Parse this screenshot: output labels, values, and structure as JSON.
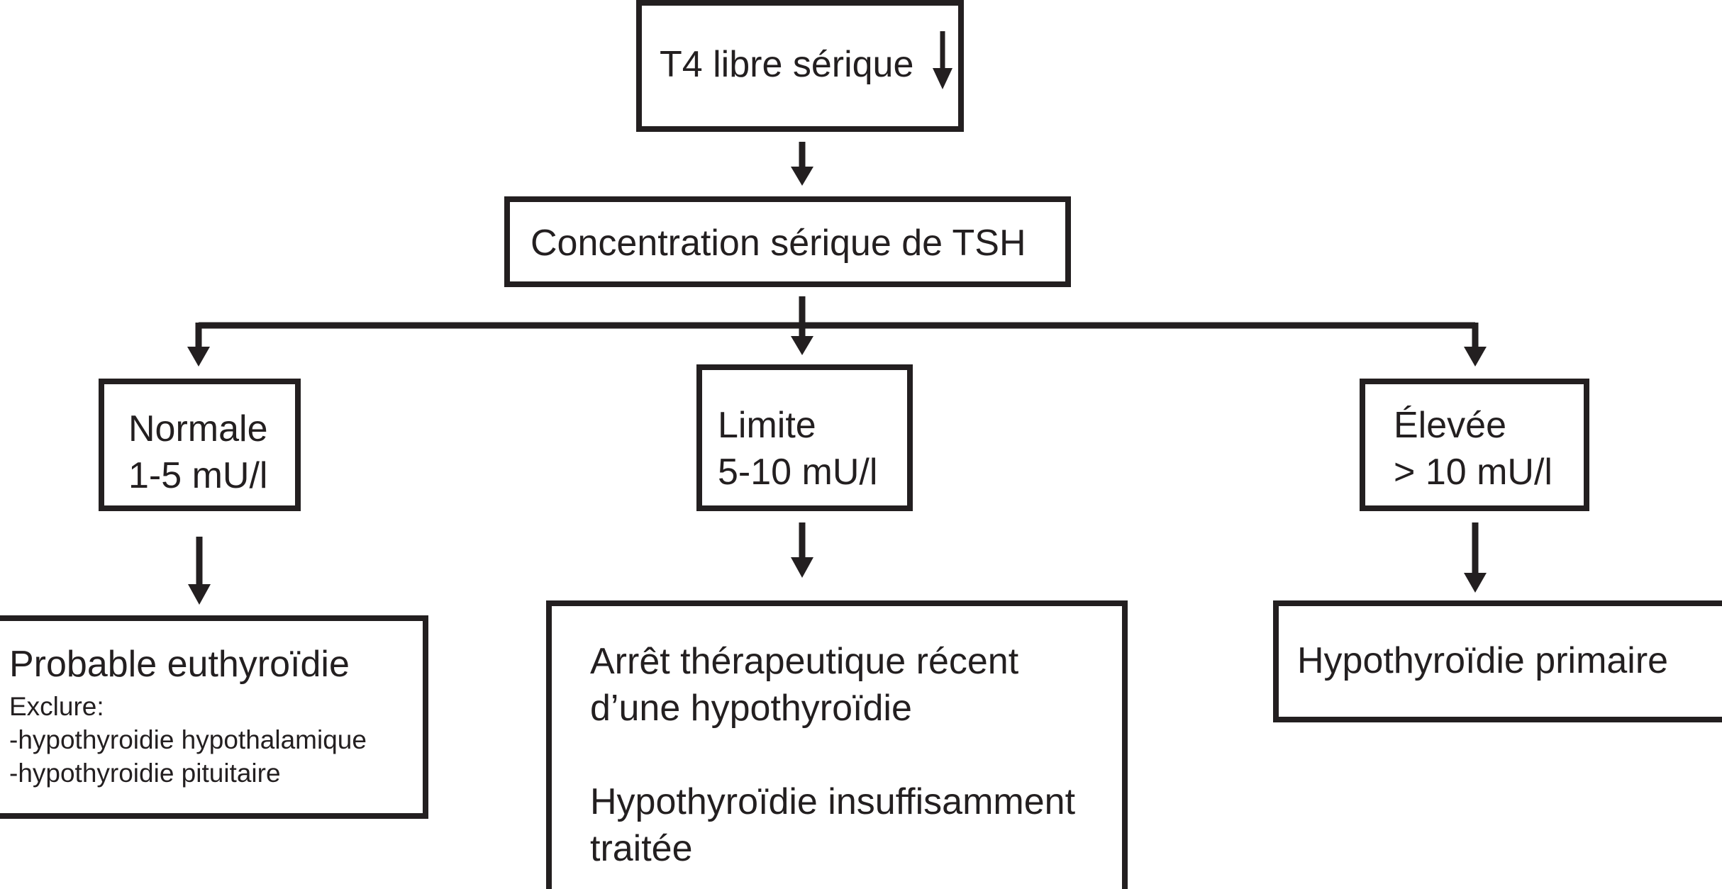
{
  "colors": {
    "stroke": "#231f20",
    "background": "#ffffff"
  },
  "nodes": {
    "root": {
      "label": "T4 libre sérique",
      "indicator": "arrow-down-icon"
    },
    "tsh": {
      "label": "Concentration sérique de TSH"
    },
    "normal": {
      "line1": "Normale",
      "line2": "1-5 mU/l"
    },
    "limit": {
      "line1": "Limite",
      "line2": "5-10 mU/l"
    },
    "high": {
      "line1": "Élevée",
      "line2": "> 10 mU/l"
    },
    "result_normal": {
      "title": "Probable euthyroïdie",
      "line1": "Exclure:",
      "line2": "-hypothyroidie hypothalamique",
      "line3": "-hypothyroidie pituitaire"
    },
    "result_limit": {
      "line1": "Arrêt thérapeutique récent",
      "line2": "d’une hypothyroïdie",
      "line3": "Hypothyroïdie insuffisamment",
      "line4": "traitée"
    },
    "result_high": {
      "label": "Hypothyroïdie primaire"
    }
  }
}
